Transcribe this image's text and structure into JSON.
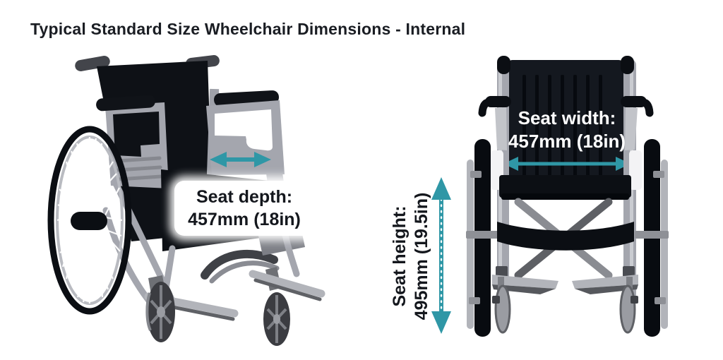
{
  "title": "Typical Standard Size Wheelchair Dimensions - Internal",
  "side_view": {
    "illustration": "wheelchair-side-perspective-view",
    "seat_depth_label": {
      "line1": "Seat depth:",
      "line2": "457mm (18in)"
    },
    "arrow_icon": "double-headed-horizontal-arrow"
  },
  "front_view": {
    "illustration": "wheelchair-front-view",
    "seat_width_label": {
      "line1": "Seat width:",
      "line2": "457mm (18in)"
    },
    "width_arrow_icon": "double-headed-horizontal-arrow",
    "seat_height_label": {
      "line1": "Seat height:",
      "line2": "495mm (19.5in)"
    },
    "height_arrow_icon": "double-headed-vertical-arrow-dotted"
  },
  "colors": {
    "accent_teal": "#2F97A6",
    "title_text": "#1A1D23",
    "dark_ink": "#14171D",
    "label_background": "#FFFFFF",
    "width_label_text": "#FFFFFF",
    "frame_gray": "#A4A6AE",
    "frame_gray_dark": "#55575C",
    "chair_black": "#0C0F14"
  }
}
